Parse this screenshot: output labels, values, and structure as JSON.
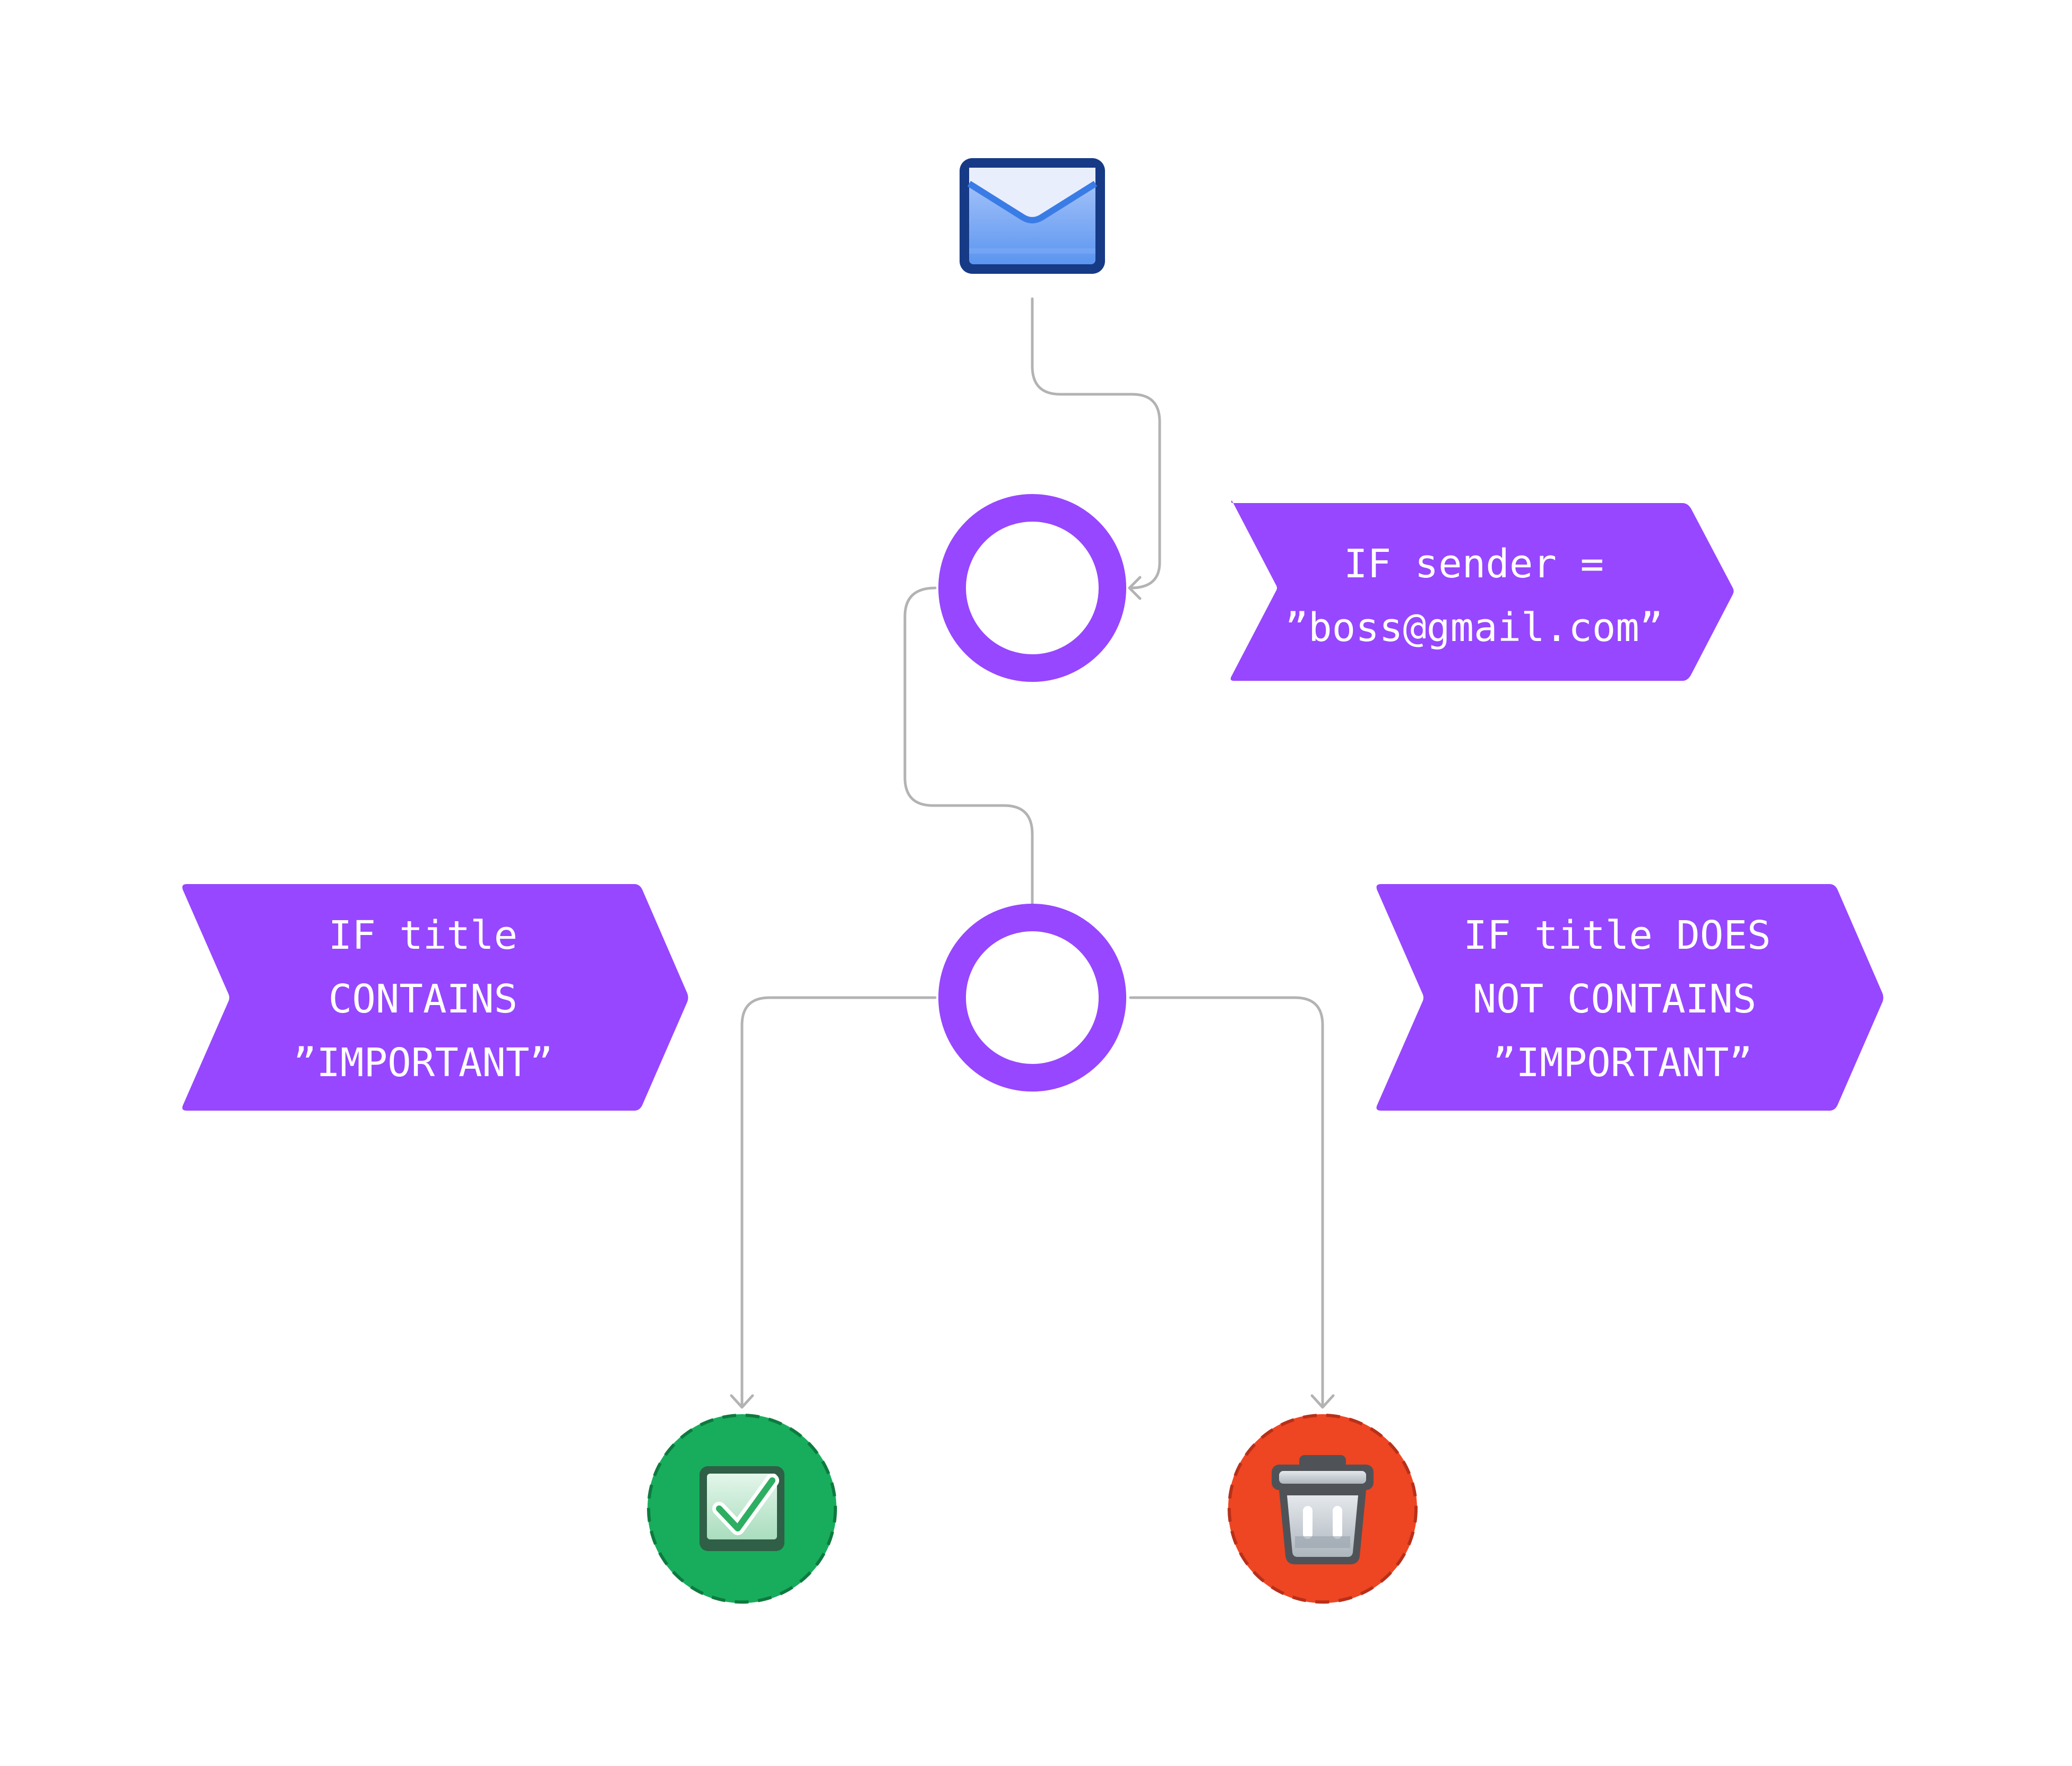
{
  "diagram": {
    "colors": {
      "node_ring": "#9747FF",
      "label_bg": "#9747FF",
      "label_text": "#FFFFFF",
      "connector": "#B3B3B3",
      "accept_bg": "#17AD5C",
      "reject_bg": "#EE4522",
      "envelope_blue": "#3A7CE6"
    },
    "labels": {
      "sender_condition": {
        "line1": "IF sender =",
        "line2": "”boss@gmail.com”"
      },
      "title_contains": {
        "line1": "IF title",
        "line2": "CONTAINS",
        "line3": "”IMPORTANT”"
      },
      "title_not_contains": {
        "line1": "IF title DOES",
        "line2": "NOT CONTAINS",
        "line3": "”IMPORTANT”"
      }
    },
    "icons": {
      "start": "envelope-icon",
      "accept": "checkbox-check-icon",
      "reject": "trash-icon"
    }
  }
}
